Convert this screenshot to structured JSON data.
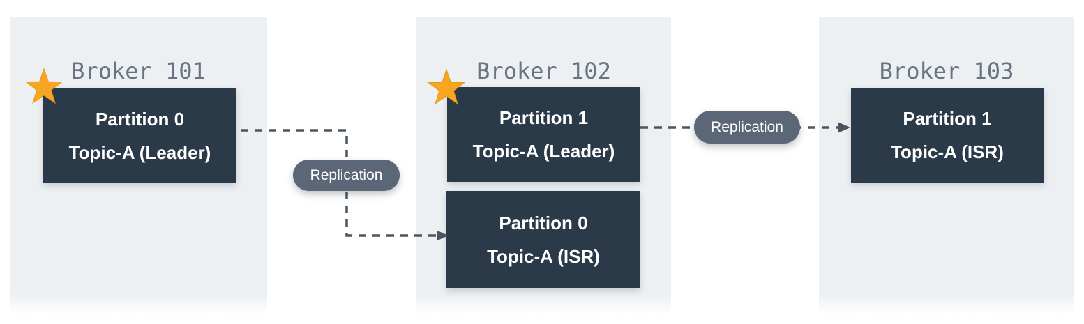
{
  "colors": {
    "panel_bg": "#edf0f3",
    "box_bg": "#2b3a49",
    "pill_bg": "#5b6776",
    "star": "#f6a623",
    "line": "#4a5560",
    "title_text": "#6a7380",
    "box_text": "#ffffff"
  },
  "brokers": [
    {
      "title": "Broker 101",
      "partitions": [
        {
          "line1": "Partition 0",
          "line2": "Topic-A (Leader)",
          "leader": true
        }
      ]
    },
    {
      "title": "Broker 102",
      "partitions": [
        {
          "line1": "Partition 1",
          "line2": "Topic-A (Leader)",
          "leader": true
        },
        {
          "line1": "Partition 0",
          "line2": "Topic-A (ISR)",
          "leader": false
        }
      ]
    },
    {
      "title": "Broker 103",
      "partitions": [
        {
          "line1": "Partition 1",
          "line2": "Topic-A (ISR)",
          "leader": false
        }
      ]
    }
  ],
  "connectors": [
    {
      "label": "Replication"
    },
    {
      "label": "Replication"
    }
  ]
}
